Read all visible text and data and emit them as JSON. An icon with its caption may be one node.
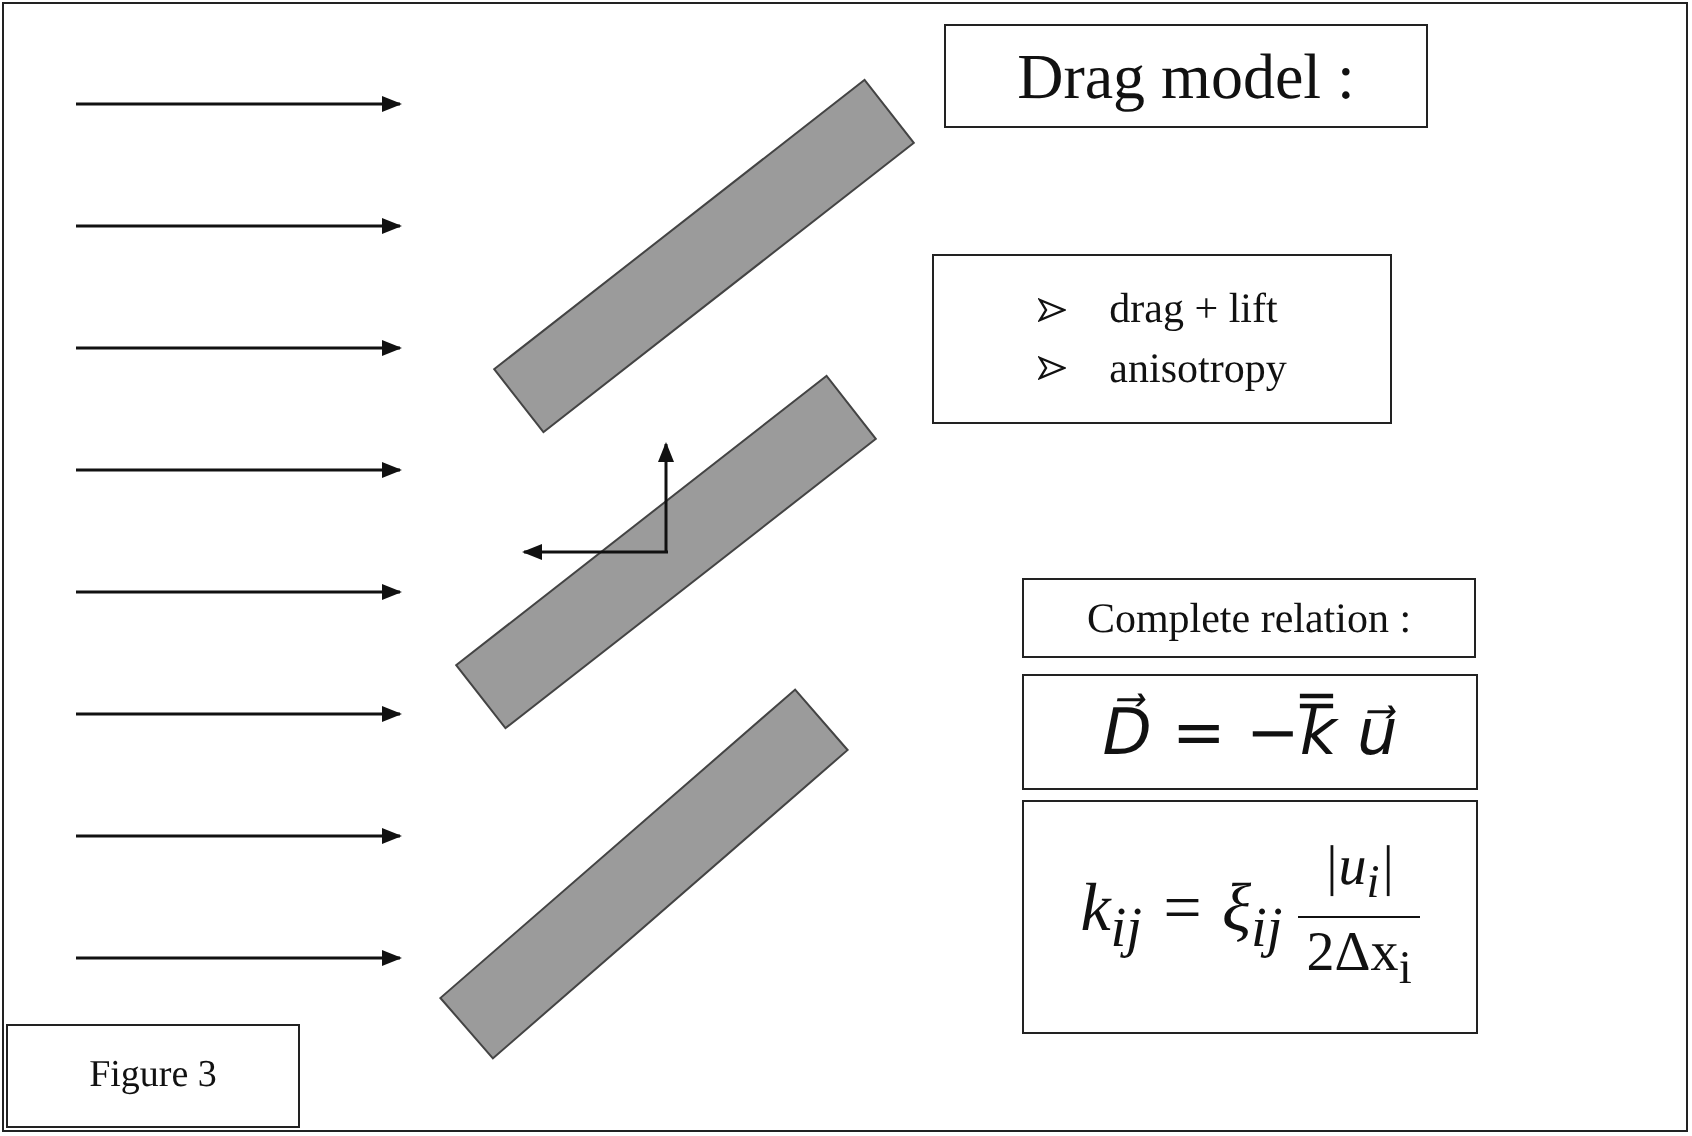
{
  "diagram": {
    "nodes": [
      {
        "text": [
          "Drag model :"
        ]
      },
      {
        "text": [
          "drag + lift",
          "anisotropy"
        ]
      },
      {
        "text": [
          "Complete relation :"
        ]
      },
      {
        "text": [
          "D⃗ = −k̿  u⃗"
        ]
      },
      {
        "text": [
          "k$_{ij}$ = ξ$_{ij}$",
          "|u$_{i}$|",
          "2Δx$_{i}$"
        ]
      },
      {
        "text": [
          "Figure 3"
        ]
      }
    ],
    "edges": []
  }
}
